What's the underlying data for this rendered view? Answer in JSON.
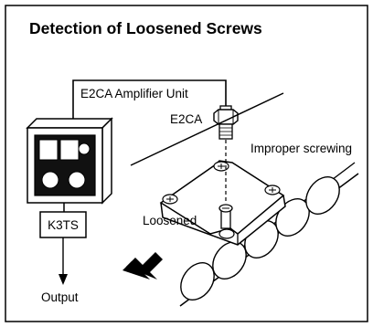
{
  "title": "Detection of Loosened Screws",
  "labels": {
    "amplifier_unit": "E2CA Amplifier Unit",
    "sensor": "E2CA",
    "improper": "Improper screwing",
    "loosened": "Loosened",
    "k3ts": "K3TS",
    "output": "Output"
  }
}
